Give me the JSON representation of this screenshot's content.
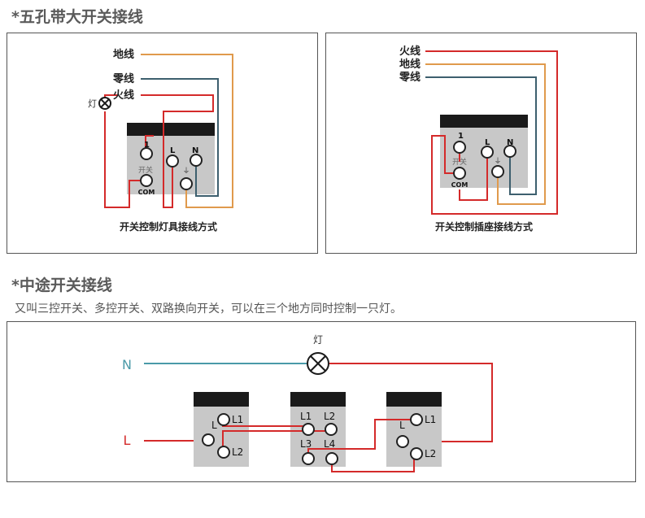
{
  "section1": {
    "title": "*五孔带大开关接线",
    "left_panel": {
      "wires": {
        "ground": "地线",
        "neutral": "零线",
        "live": "火线"
      },
      "lamp_label": "灯",
      "terminals": {
        "t1": "1",
        "l": "L",
        "n": "N",
        "switch": "开关",
        "com": "COM"
      },
      "caption": "开关控制灯具接线方式"
    },
    "right_panel": {
      "wires": {
        "live": "火线",
        "ground": "地线",
        "neutral": "零线"
      },
      "terminals": {
        "t1": "1",
        "l": "L",
        "n": "N",
        "switch": "开关",
        "com": "COM"
      },
      "caption": "开关控制插座接线方式"
    }
  },
  "section2": {
    "title": "*中途开关接线",
    "subtitle": "又叫三控开关、多控开关、双路换向开关，可以在三个地方同时控制一只灯。",
    "lamp_label": "灯",
    "line_n": "N",
    "line_l": "L",
    "switch_left": {
      "l": "L",
      "l1": "L1",
      "l2": "L2"
    },
    "switch_mid": {
      "l1": "L1",
      "l2": "L2",
      "l3": "L3",
      "l4": "L4"
    },
    "switch_right": {
      "l": "L",
      "l1": "L1",
      "l2": "L2"
    }
  },
  "colors": {
    "live": "#d42a2a",
    "neutral": "#3d5f6e",
    "ground": "#e09a4c",
    "n_wire": "#4a9aa8",
    "switch_body": "#c8c8c8",
    "switch_top": "#1a1a1a"
  }
}
